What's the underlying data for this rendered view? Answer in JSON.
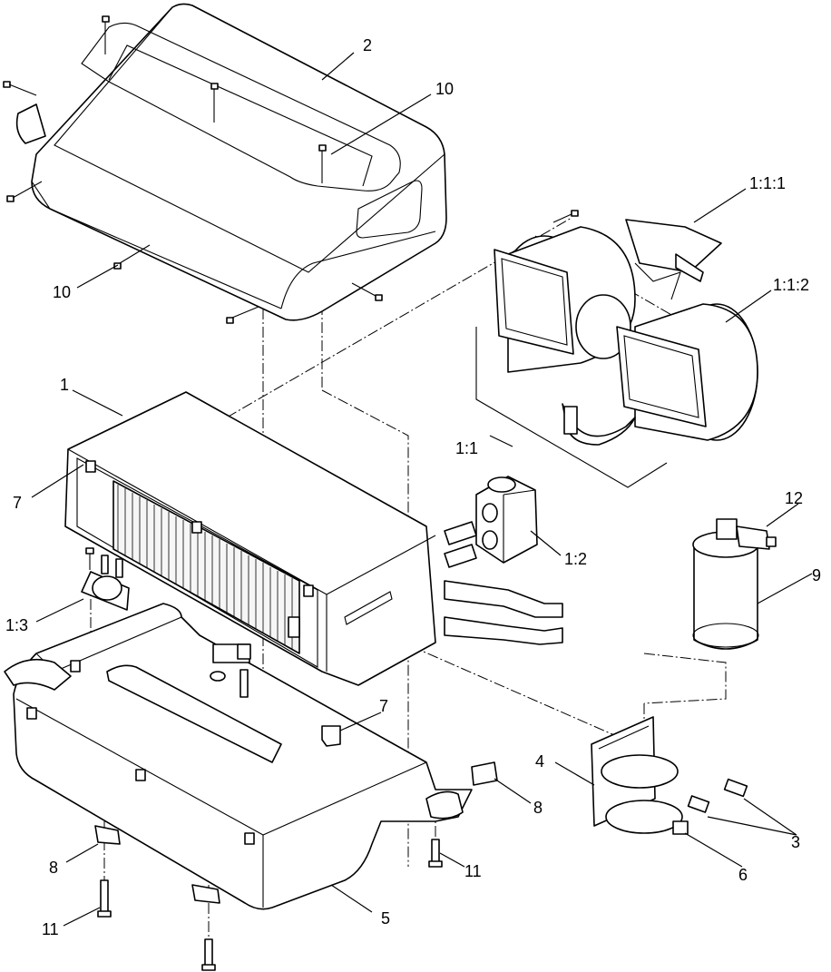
{
  "diagram": {
    "callouts": {
      "c2": "2",
      "c10a": "10",
      "c10b": "10",
      "c1_1_1": "1:1:1",
      "c1_1_2": "1:1:2",
      "c1": "1",
      "c1_1": "1:1",
      "c7a": "7",
      "c12": "12",
      "c1_2": "1:2",
      "c9": "9",
      "c1_3": "1:3",
      "c7b": "7",
      "c4": "4",
      "c8a": "8",
      "c3": "3",
      "c6": "6",
      "c8b": "8",
      "c11a": "11",
      "c11b": "11",
      "c5": "5"
    }
  }
}
